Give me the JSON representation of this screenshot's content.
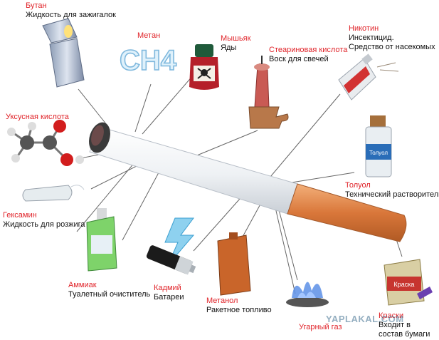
{
  "labels": {
    "butan": {
      "title": "Бутан",
      "desc": "Жидкость для зажигалок"
    },
    "metan": {
      "title": "Метан",
      "desc": ""
    },
    "mysh": {
      "title": "Мышьяк",
      "desc": "Яды"
    },
    "stear": {
      "title": "Стеариновая кислота",
      "desc": "Воск для свечей"
    },
    "nikotin": {
      "title": "Никотин",
      "desc": "Инсектицид.",
      "desc2": "Средство от насекомых"
    },
    "uksus": {
      "title": "Уксусная кислота",
      "desc": ""
    },
    "toluol": {
      "title": "Толуол",
      "desc": "Технический растворитель"
    },
    "geksamin": {
      "title": "Гексамин",
      "desc": "Жидкость для розжига"
    },
    "ammiak": {
      "title": "Аммиак",
      "desc": "Туалетный очиститель"
    },
    "kadmiy": {
      "title": "Кадмий",
      "desc": "Батареи"
    },
    "metanol": {
      "title": "Метанол",
      "desc": "Ракетное топливо"
    },
    "ugarny": {
      "title": "Угарный газ",
      "desc": ""
    },
    "kraski": {
      "title": "Краски",
      "desc": "Входит в",
      "desc2": "состав бумаги"
    }
  },
  "pictograms": {
    "methane_formula": "CH4",
    "toluene_bottle": "Толуол",
    "paint_can": "Краска"
  },
  "watermark": "YAPLAKAL.COM",
  "colors": {
    "title_red": "#e0242a",
    "filter_orange": "#e38a4a",
    "paper_white": "#f2f4f6"
  }
}
